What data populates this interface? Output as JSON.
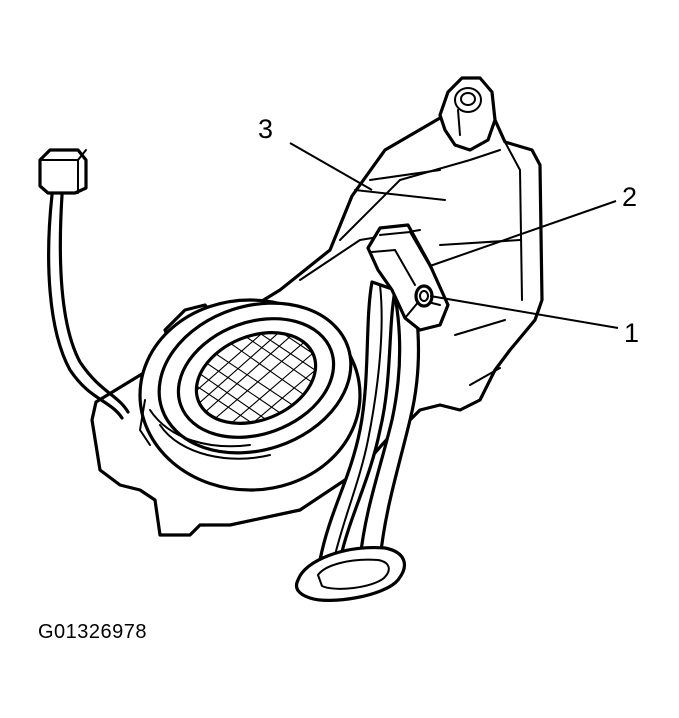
{
  "callouts": {
    "one": "1",
    "two": "2",
    "three": "3"
  },
  "figure_id": "G01326978",
  "colors": {
    "ink": "#000000",
    "paper": "#ffffff"
  }
}
